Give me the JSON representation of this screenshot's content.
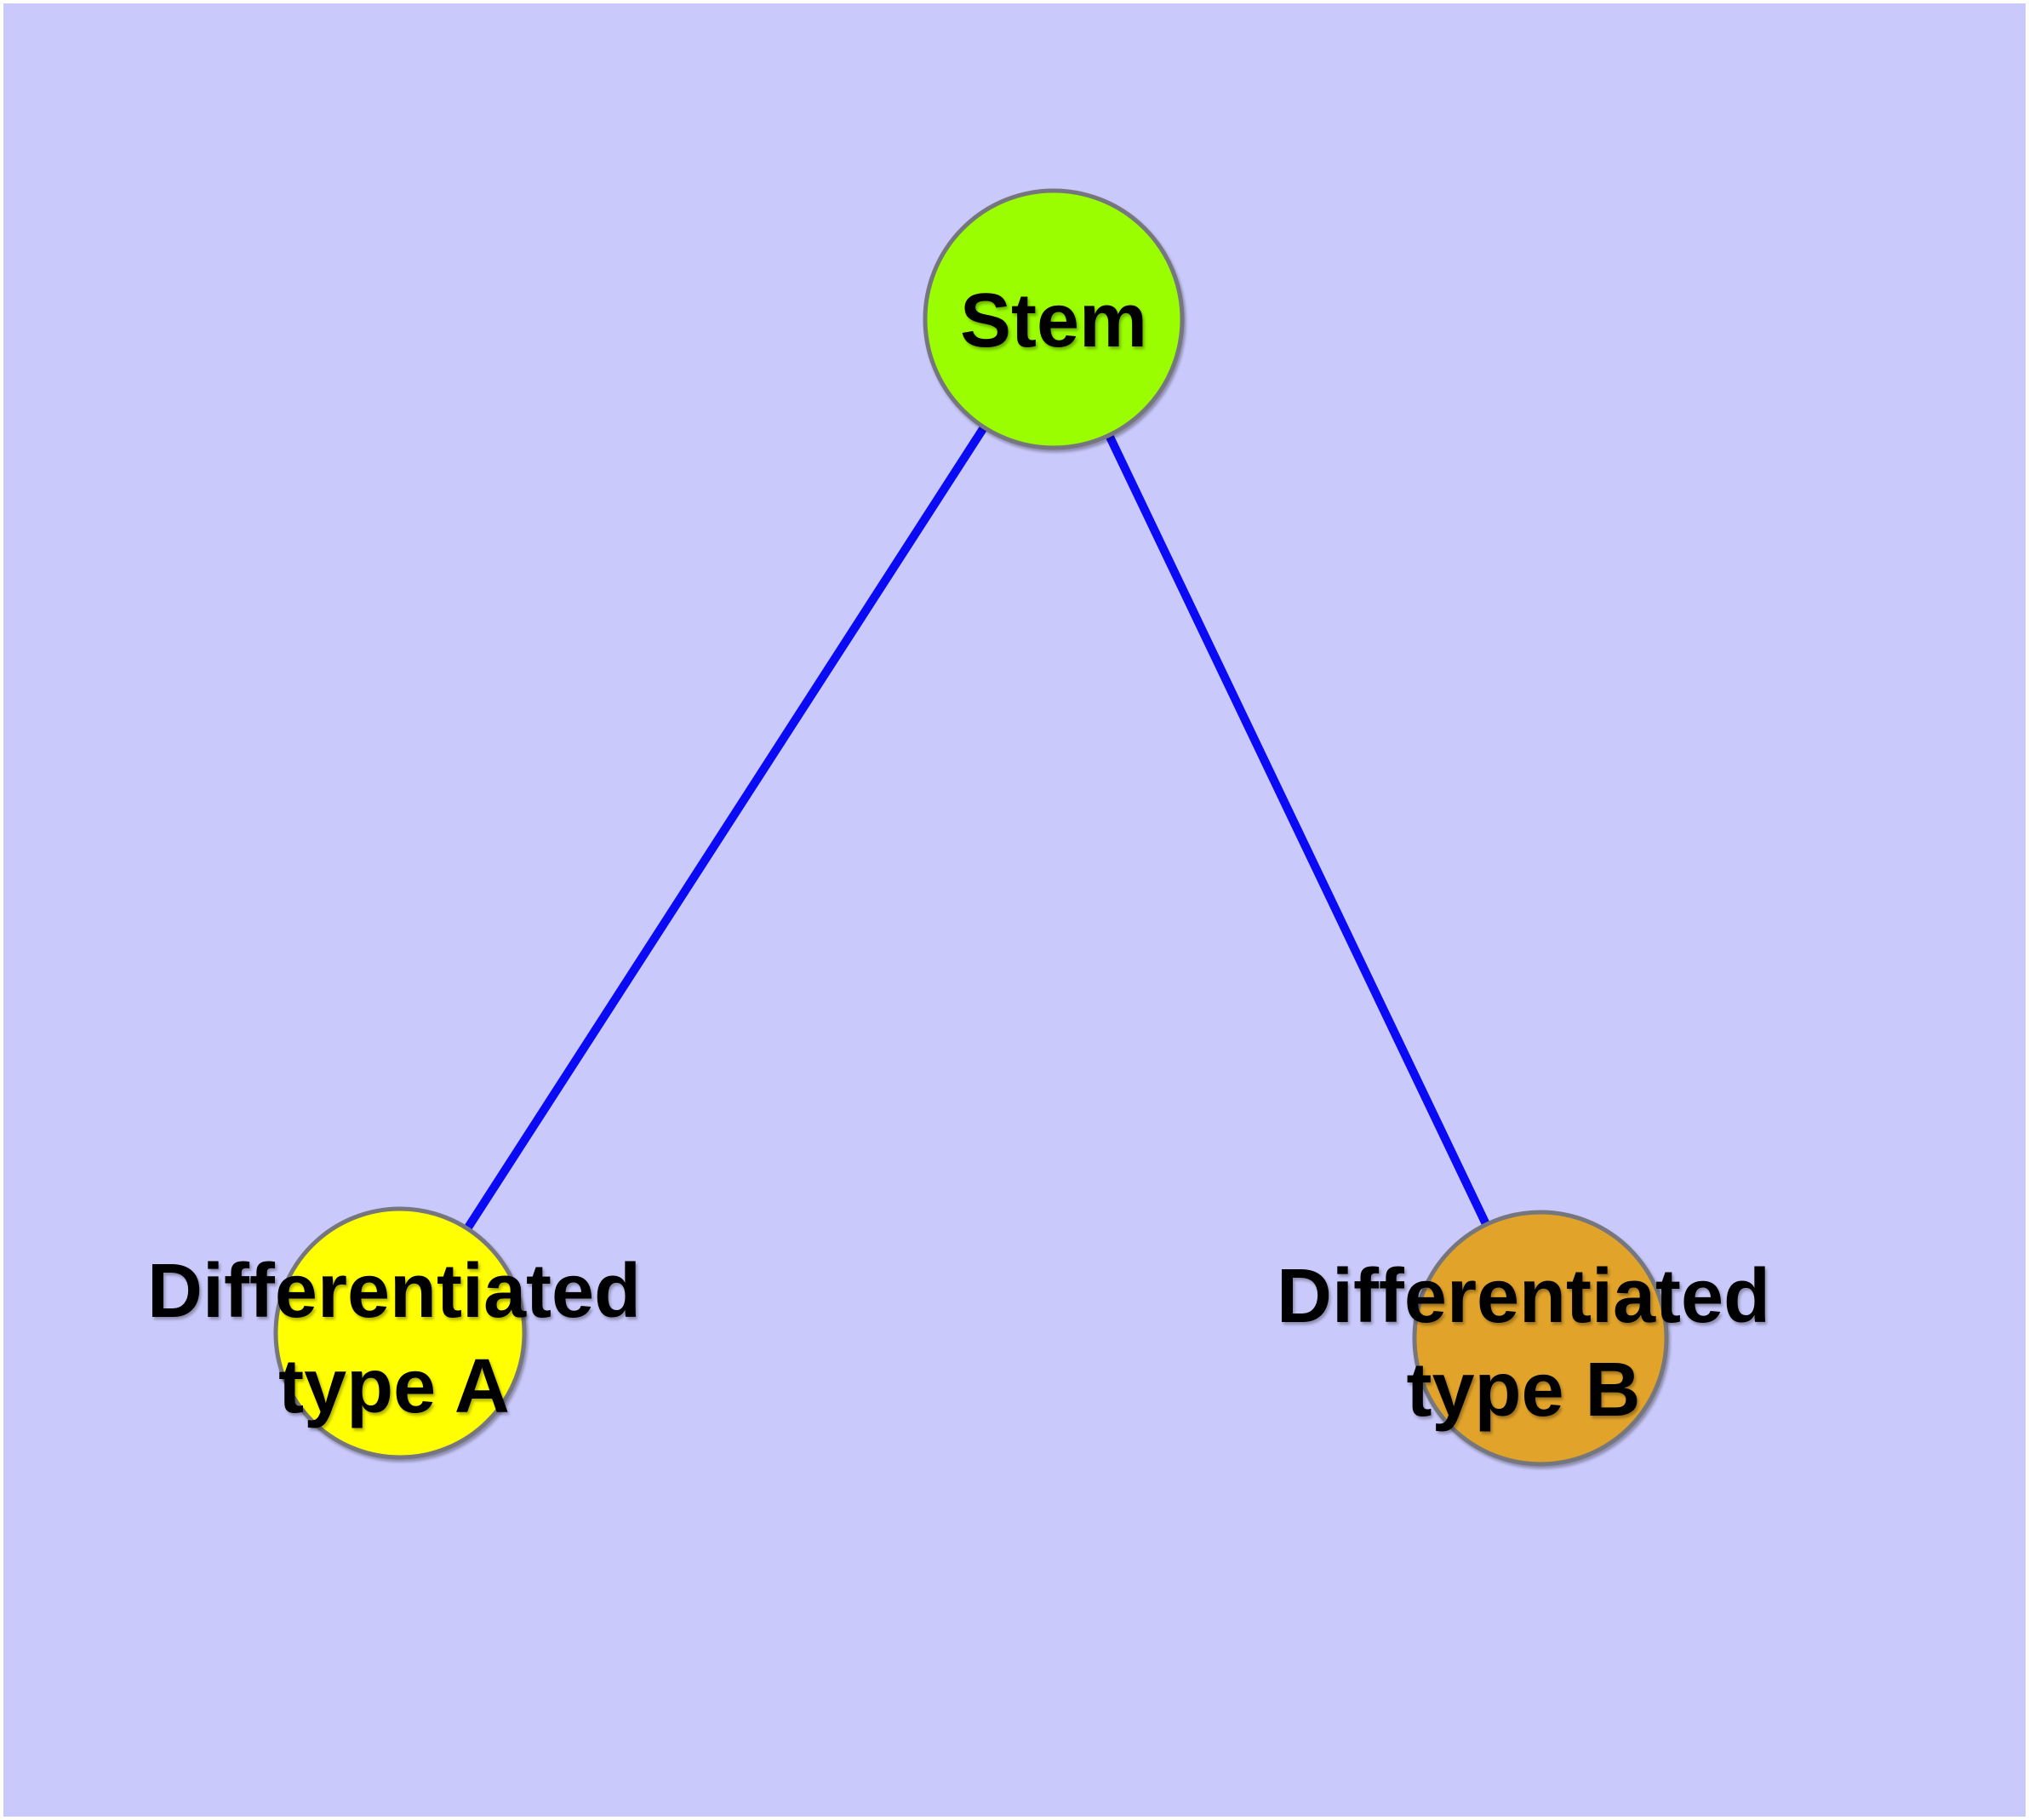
{
  "figure": {
    "type": "graph-diagram",
    "description": "Stem cell differentiation tree: one stem node linked to two differentiated cell-type nodes",
    "background_color": "#C9C9FB",
    "frame_color": "#FFFFFF",
    "edge_color": "#0A0AF5",
    "node_border_color": "#76767E",
    "label_color": "#000000",
    "nodes": [
      {
        "id": "stem",
        "label": "Stem",
        "label_line1": "Stem",
        "label_line2": "",
        "fill": "#9AFE00"
      },
      {
        "id": "type-a",
        "label": "Differentiated type A",
        "label_line1": "Differentiated",
        "label_line2": "type A",
        "fill": "#FFFF00"
      },
      {
        "id": "type-b",
        "label": "Differentiated type B",
        "label_line1": "Differentiated",
        "label_line2": "type B",
        "fill": "#E1A32A"
      }
    ],
    "edges": [
      {
        "from": "Stem",
        "to": "Differentiated type A"
      },
      {
        "from": "Stem",
        "to": "Differentiated type B"
      }
    ]
  }
}
